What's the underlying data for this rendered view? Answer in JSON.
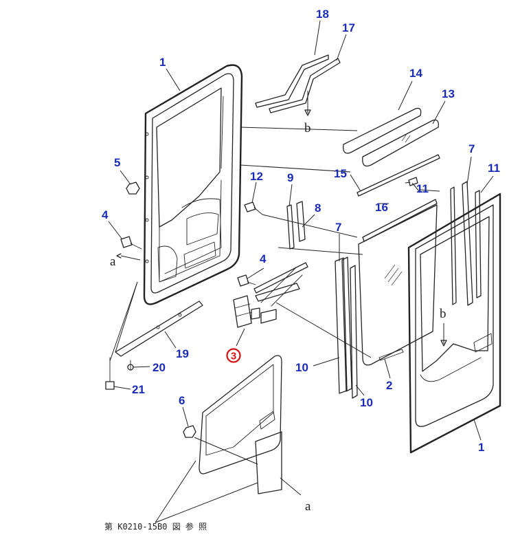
{
  "part_labels": [
    {
      "id": "p18",
      "text": "18"
    },
    {
      "id": "p17",
      "text": "17"
    },
    {
      "id": "p1a",
      "text": "1"
    },
    {
      "id": "p14",
      "text": "14"
    },
    {
      "id": "p13",
      "text": "13"
    },
    {
      "id": "p5",
      "text": "5"
    },
    {
      "id": "p7a",
      "text": "7"
    },
    {
      "id": "p11a",
      "text": "11"
    },
    {
      "id": "p15",
      "text": "15"
    },
    {
      "id": "p11b",
      "text": "11"
    },
    {
      "id": "p12",
      "text": "12"
    },
    {
      "id": "p9",
      "text": "9"
    },
    {
      "id": "p16",
      "text": "16"
    },
    {
      "id": "p8",
      "text": "8"
    },
    {
      "id": "p4a",
      "text": "4"
    },
    {
      "id": "p7b",
      "text": "7"
    },
    {
      "id": "p4b",
      "text": "4"
    },
    {
      "id": "p19",
      "text": "19"
    },
    {
      "id": "p20",
      "text": "20"
    },
    {
      "id": "p10a",
      "text": "10"
    },
    {
      "id": "p2",
      "text": "2"
    },
    {
      "id": "p21",
      "text": "21"
    },
    {
      "id": "p10b",
      "text": "10"
    },
    {
      "id": "p6",
      "text": "6"
    },
    {
      "id": "p1b",
      "text": "1"
    }
  ],
  "highlighted_part": "3",
  "reference_letters": {
    "a_left": "a",
    "a_bottom": "a",
    "b_top": "b",
    "b_door": "b"
  },
  "footnote": "第 K0210-15B0 図 参 照",
  "colors": {
    "label": "#1a2bb8",
    "highlight": "#d11111",
    "line": "#222222"
  }
}
